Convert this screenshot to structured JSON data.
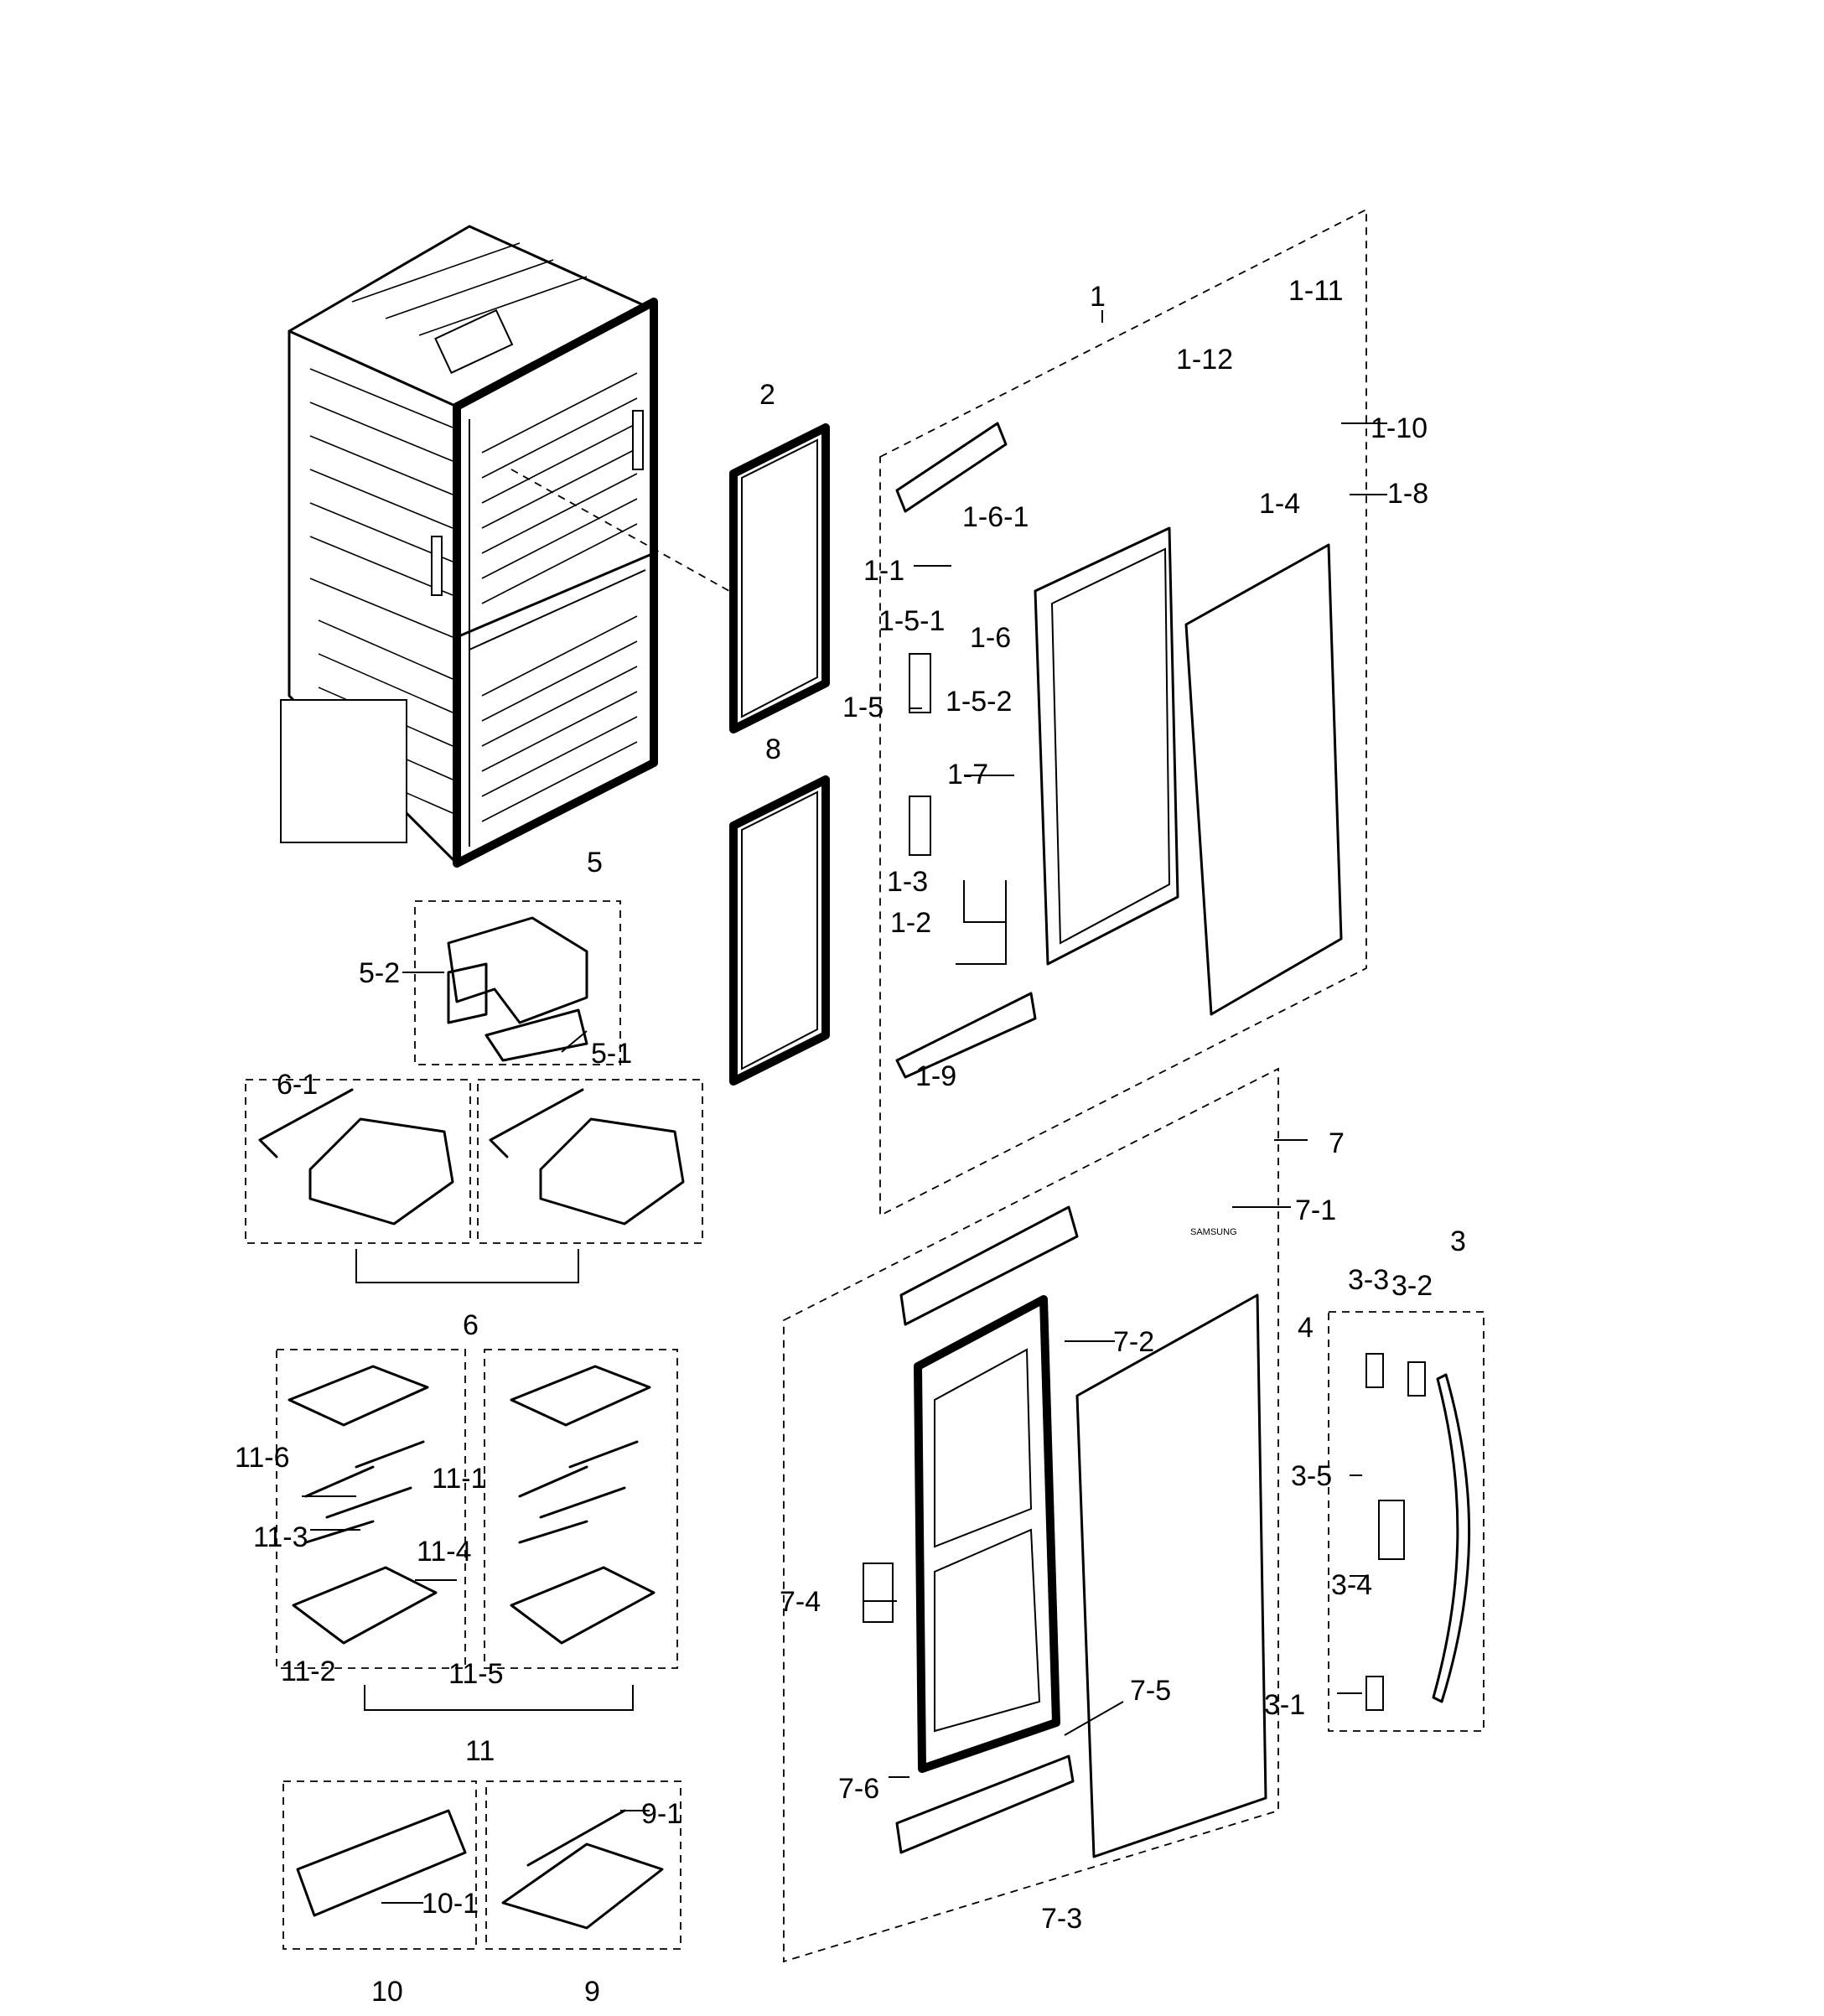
{
  "labels": {
    "l1": "1",
    "l1_1": "1-1",
    "l1_2": "1-2",
    "l1_3": "1-3",
    "l1_4": "1-4",
    "l1_5": "1-5",
    "l1_5_1": "1-5-1",
    "l1_5_2": "1-5-2",
    "l1_6": "1-6",
    "l1_6_1": "1-6-1",
    "l1_7": "1-7",
    "l1_8": "1-8",
    "l1_9": "1-9",
    "l1_10": "1-10",
    "l1_11": "1-11",
    "l1_12": "1-12",
    "l2": "2",
    "l3": "3",
    "l3_1": "3-1",
    "l3_2": "3-2",
    "l3_3": "3-3",
    "l3_4": "3-4",
    "l3_5": "3-5",
    "l4": "4",
    "l5": "5",
    "l5_1": "5-1",
    "l5_2": "5-2",
    "l6": "6",
    "l6_1": "6-1",
    "l7": "7",
    "l7_1": "7-1",
    "l7_2": "7-2",
    "l7_3": "7-3",
    "l7_4": "7-4",
    "l7_5": "7-5",
    "l7_6": "7-6",
    "l8": "8",
    "l9": "9",
    "l9_1": "9-1",
    "l10": "10",
    "l10_1": "10-1",
    "l11": "11",
    "l11_1": "11-1",
    "l11_2": "11-2",
    "l11_3": "11-3",
    "l11_4": "11-4",
    "l11_5": "11-5",
    "l11_6": "11-6"
  },
  "door_badge": "SAMSUNG"
}
